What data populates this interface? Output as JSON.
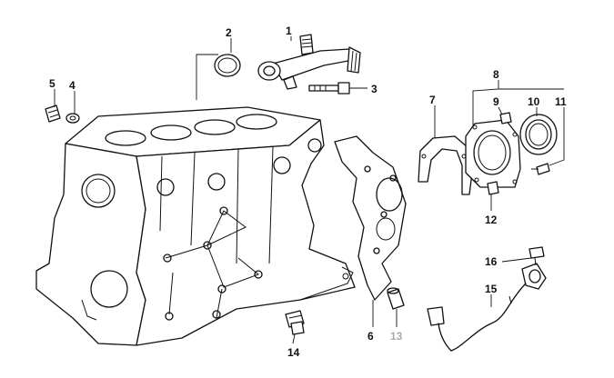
{
  "labels": {
    "p1": "1",
    "p2": "2",
    "p3": "3",
    "p4": "4",
    "p5": "5",
    "p6": "6",
    "p7": "7",
    "p8": "8",
    "p9": "9",
    "p10": "10",
    "p11": "11",
    "p12": "12",
    "p13": "13",
    "p14": "14",
    "p15": "15",
    "p16": "16"
  },
  "colors": {
    "line": "#111111",
    "label_grey": "#a8a8a8",
    "background": "#ffffff"
  }
}
